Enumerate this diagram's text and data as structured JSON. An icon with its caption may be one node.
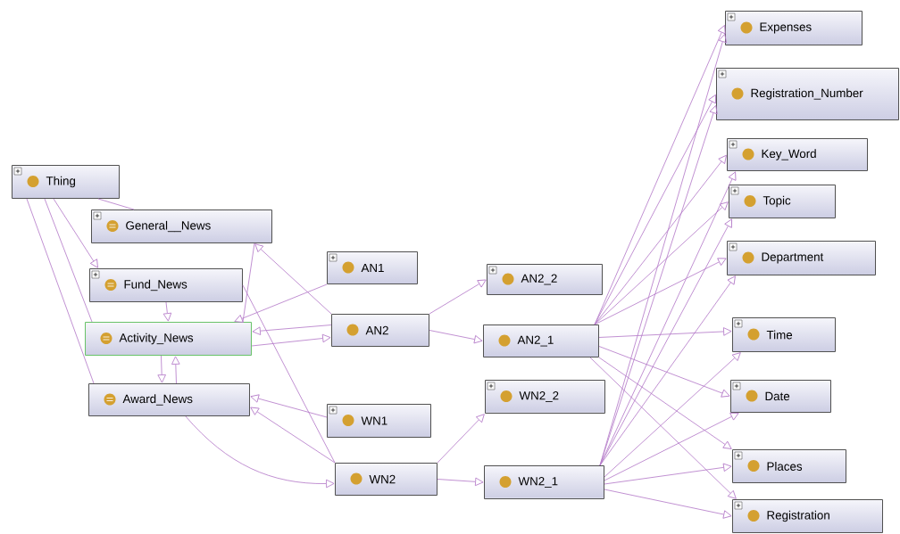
{
  "diagram": {
    "nodes": [
      {
        "text": [
          "Thing"
        ]
      },
      {
        "text": [
          "General__News"
        ]
      },
      {
        "text": [
          "Fund_News"
        ]
      },
      {
        "text": [
          "Activity_News"
        ]
      },
      {
        "text": [
          "Award_News"
        ]
      },
      {
        "text": [
          "AN1"
        ]
      },
      {
        "text": [
          "AN2"
        ]
      },
      {
        "text": [
          "WN1"
        ]
      },
      {
        "text": [
          "WN2"
        ]
      },
      {
        "text": [
          "AN2_2"
        ]
      },
      {
        "text": [
          "AN2_1"
        ]
      },
      {
        "text": [
          "WN2_2"
        ]
      },
      {
        "text": [
          "WN2_1"
        ]
      },
      {
        "text": [
          "Expenses"
        ]
      },
      {
        "text": [
          "Registration_Number"
        ]
      },
      {
        "text": [
          "Key_Word"
        ]
      },
      {
        "text": [
          "Topic"
        ]
      },
      {
        "text": [
          "Department"
        ]
      },
      {
        "text": [
          "Time"
        ]
      },
      {
        "text": [
          "Date"
        ]
      },
      {
        "text": [
          "Places"
        ]
      },
      {
        "text": [
          "Registration"
        ]
      }
    ],
    "edges": [
      {
        "from": 0,
        "to": 1,
        "arrow": "none"
      },
      {
        "from": 0,
        "to": 2,
        "arrow": "to"
      },
      {
        "from": 0,
        "to": 3,
        "arrow": "none"
      },
      {
        "from": 0,
        "to": 4,
        "arrow": "none"
      },
      {
        "from": 1,
        "to": 3,
        "arrow": "none"
      },
      {
        "from": 2,
        "to": 3,
        "arrow": "to"
      },
      {
        "from": 3,
        "to": 4,
        "arrow": "to"
      },
      {
        "from": 4,
        "to": 3,
        "arrow": "to"
      },
      {
        "from": 6,
        "to": 1,
        "arrow": "to"
      },
      {
        "from": 5,
        "to": 3,
        "arrow": "to"
      },
      {
        "from": 6,
        "to": 3,
        "arrow": "to"
      },
      {
        "from": 3,
        "to": 6,
        "arrow": "to"
      },
      {
        "from": 2,
        "to": 8,
        "arrow": "none"
      },
      {
        "from": 7,
        "to": 4,
        "arrow": "to"
      },
      {
        "from": 8,
        "to": 4,
        "arrow": "to"
      },
      {
        "from": 4,
        "to": 8,
        "arrow": "to"
      },
      {
        "from": 6,
        "to": 9,
        "arrow": "to"
      },
      {
        "from": 6,
        "to": 10,
        "arrow": "to"
      },
      {
        "from": 8,
        "to": 11,
        "arrow": "to"
      },
      {
        "from": 8,
        "to": 12,
        "arrow": "to"
      },
      {
        "from": 10,
        "to": 13,
        "arrow": "to"
      },
      {
        "from": 10,
        "to": 14,
        "arrow": "to"
      },
      {
        "from": 10,
        "to": 15,
        "arrow": "to"
      },
      {
        "from": 10,
        "to": 16,
        "arrow": "to"
      },
      {
        "from": 10,
        "to": 17,
        "arrow": "to"
      },
      {
        "from": 10,
        "to": 18,
        "arrow": "to"
      },
      {
        "from": 10,
        "to": 19,
        "arrow": "to"
      },
      {
        "from": 10,
        "to": 20,
        "arrow": "to"
      },
      {
        "from": 10,
        "to": 21,
        "arrow": "to"
      },
      {
        "from": 12,
        "to": 13,
        "arrow": "to"
      },
      {
        "from": 12,
        "to": 14,
        "arrow": "to"
      },
      {
        "from": 12,
        "to": 15,
        "arrow": "to"
      },
      {
        "from": 12,
        "to": 16,
        "arrow": "to"
      },
      {
        "from": 12,
        "to": 17,
        "arrow": "to"
      },
      {
        "from": 12,
        "to": 18,
        "arrow": "to"
      },
      {
        "from": 12,
        "to": 19,
        "arrow": "to"
      },
      {
        "from": 12,
        "to": 20,
        "arrow": "to"
      },
      {
        "from": 12,
        "to": 21,
        "arrow": "to"
      }
    ]
  }
}
